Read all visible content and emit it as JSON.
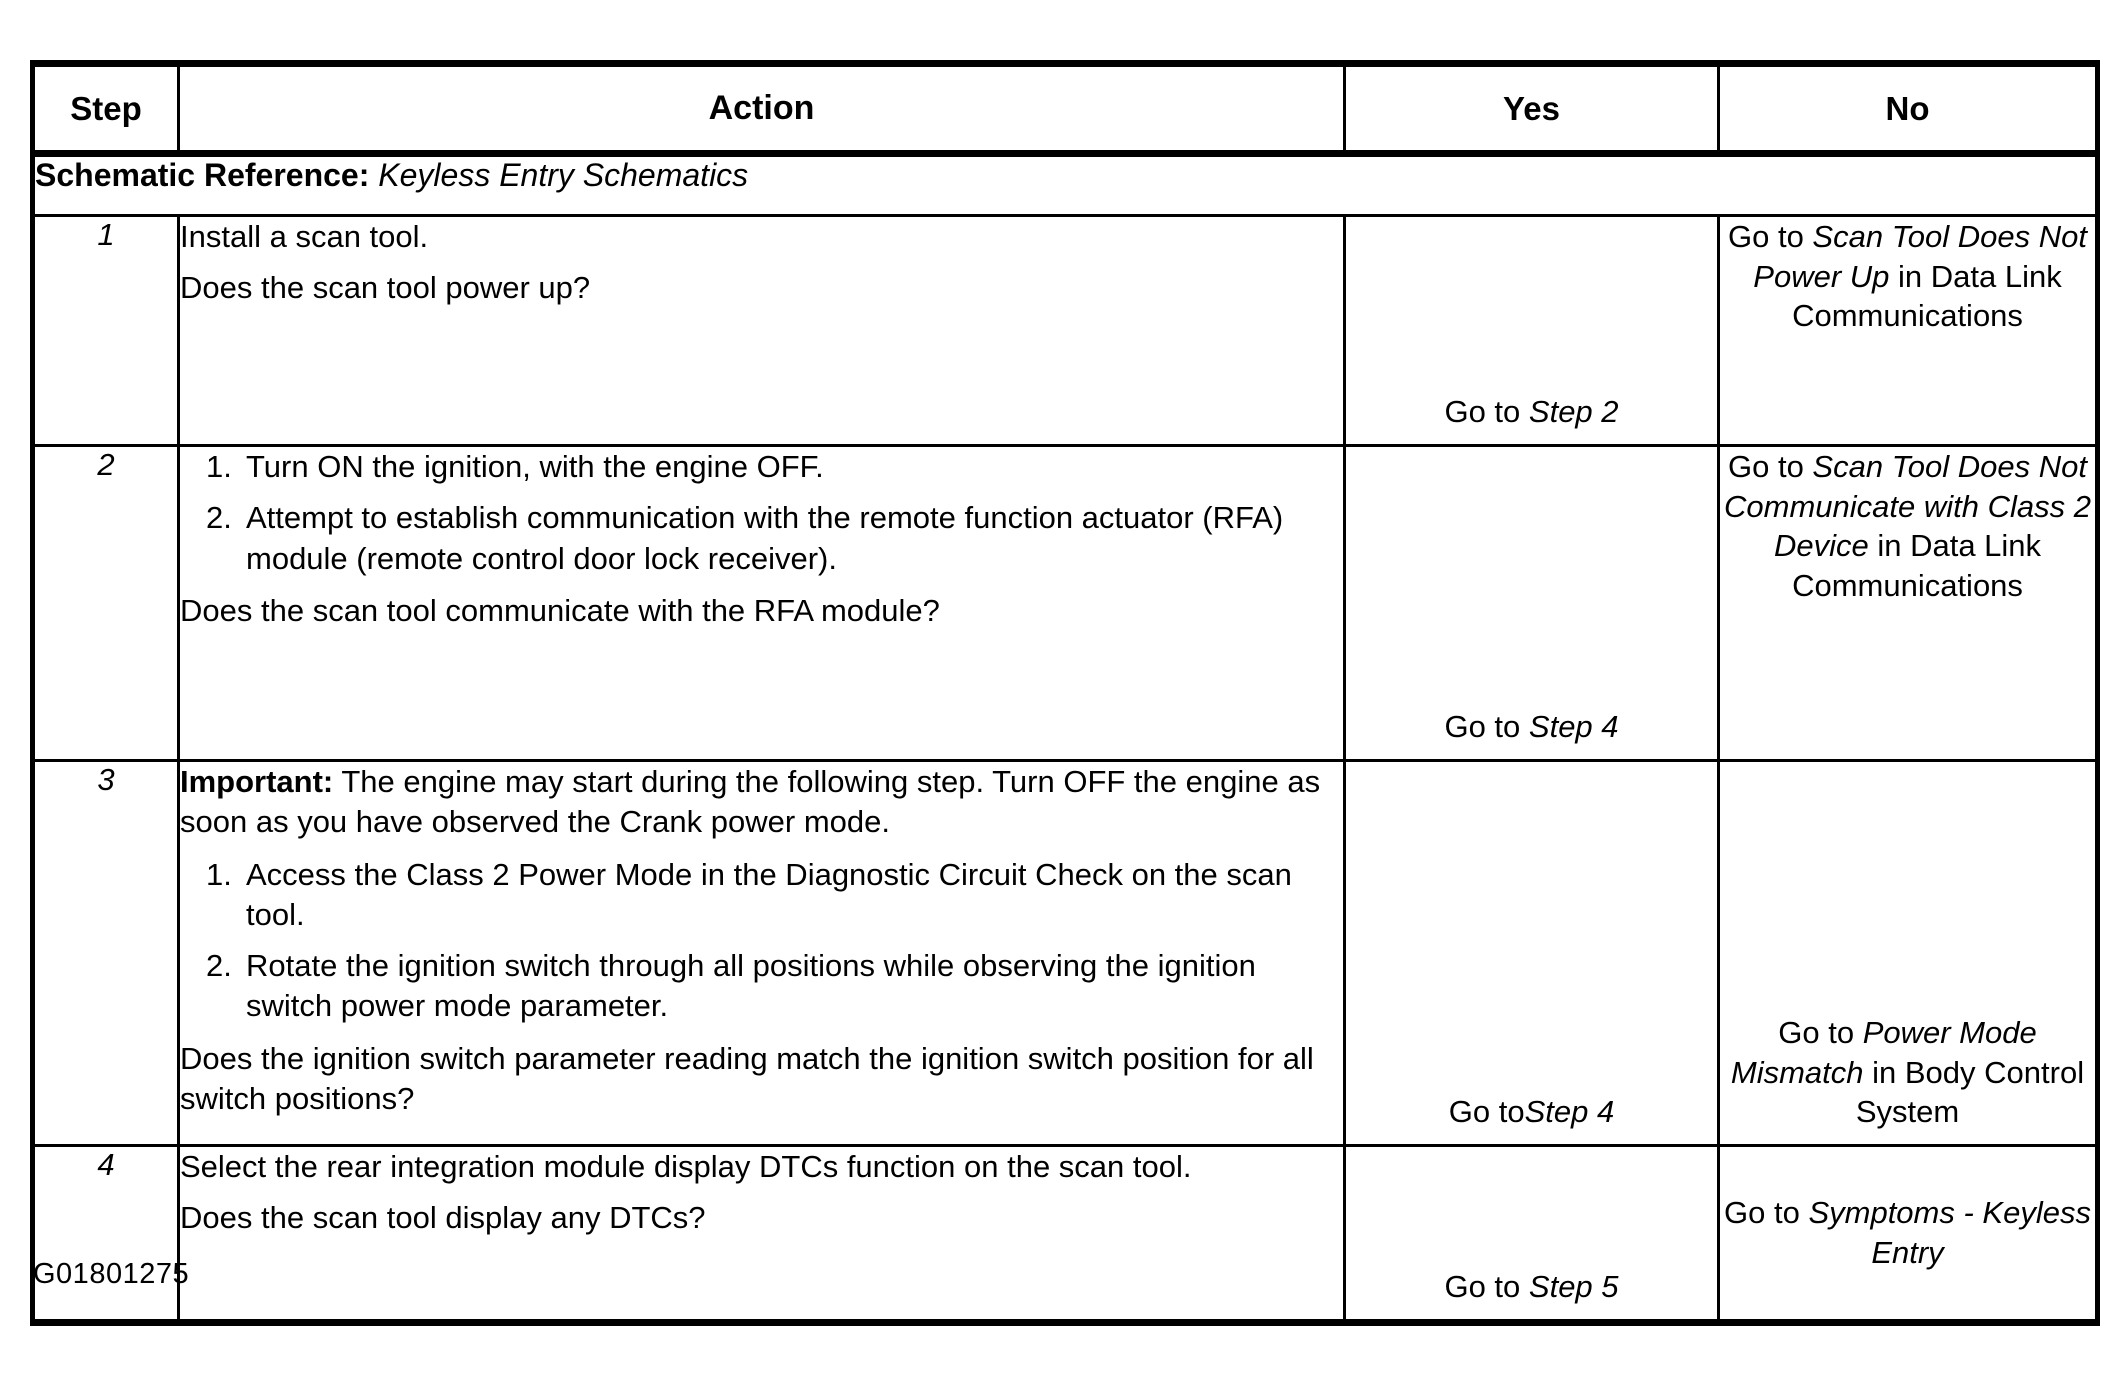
{
  "document": {
    "figure_code": "G01801275"
  },
  "table": {
    "headers": {
      "step": "Step",
      "action": "Action",
      "yes": "Yes",
      "no": "No"
    },
    "schematic_reference": {
      "label": "Schematic Reference:",
      "value": "Keyless Entry Schematics"
    },
    "rows": [
      {
        "step": "1",
        "action": {
          "paragraphs_before": [
            "Install a scan tool."
          ],
          "substeps": [],
          "paragraphs_after": [
            "Does the scan tool power up?"
          ]
        },
        "yes": {
          "prefix": "Go to ",
          "italic": "Step 2",
          "suffix": ""
        },
        "no": {
          "prefix": "Go to ",
          "italic": "Scan Tool Does Not Power Up",
          "suffix": " in Data Link Communications"
        }
      },
      {
        "step": "2",
        "action": {
          "paragraphs_before": [],
          "substeps": [
            "Turn ON the ignition, with the engine OFF.",
            "Attempt to establish communication with the remote function actuator (RFA) module (remote control door lock receiver)."
          ],
          "paragraphs_after": [
            "Does the scan tool communicate with the RFA module?"
          ]
        },
        "yes": {
          "prefix": "Go to ",
          "italic": "Step 4",
          "suffix": ""
        },
        "no": {
          "prefix": "Go to ",
          "italic": "Scan Tool Does Not Communicate with Class 2 Device",
          "suffix": " in Data Link Communications"
        }
      },
      {
        "step": "3",
        "action": {
          "important_label": "Important:",
          "important_text": " The engine may start during the following step. Turn OFF the engine as soon as you have observed the Crank power mode.",
          "paragraphs_before": [],
          "substeps": [
            "Access the Class 2 Power Mode in the Diagnostic Circuit Check on the scan tool.",
            "Rotate the ignition switch through all positions while observing the ignition switch power mode parameter."
          ],
          "paragraphs_after": [
            "Does the ignition switch parameter reading match the ignition switch position for all switch positions?"
          ]
        },
        "yes": {
          "prefix": "Go to",
          "italic": "Step 4",
          "suffix": ""
        },
        "no": {
          "prefix": "Go to ",
          "italic": "Power Mode Mismatch",
          "suffix": " in Body Control System"
        }
      },
      {
        "step": "4",
        "action": {
          "paragraphs_before": [
            "Select the rear integration module display DTCs function on the scan tool."
          ],
          "substeps": [],
          "paragraphs_after": [
            "Does the scan tool display any DTCs?"
          ]
        },
        "yes": {
          "prefix": "Go to ",
          "italic": "Step 5",
          "suffix": ""
        },
        "no": {
          "prefix": "Go to ",
          "italic": "Symptoms - Keyless Entry",
          "suffix": ""
        }
      }
    ]
  }
}
